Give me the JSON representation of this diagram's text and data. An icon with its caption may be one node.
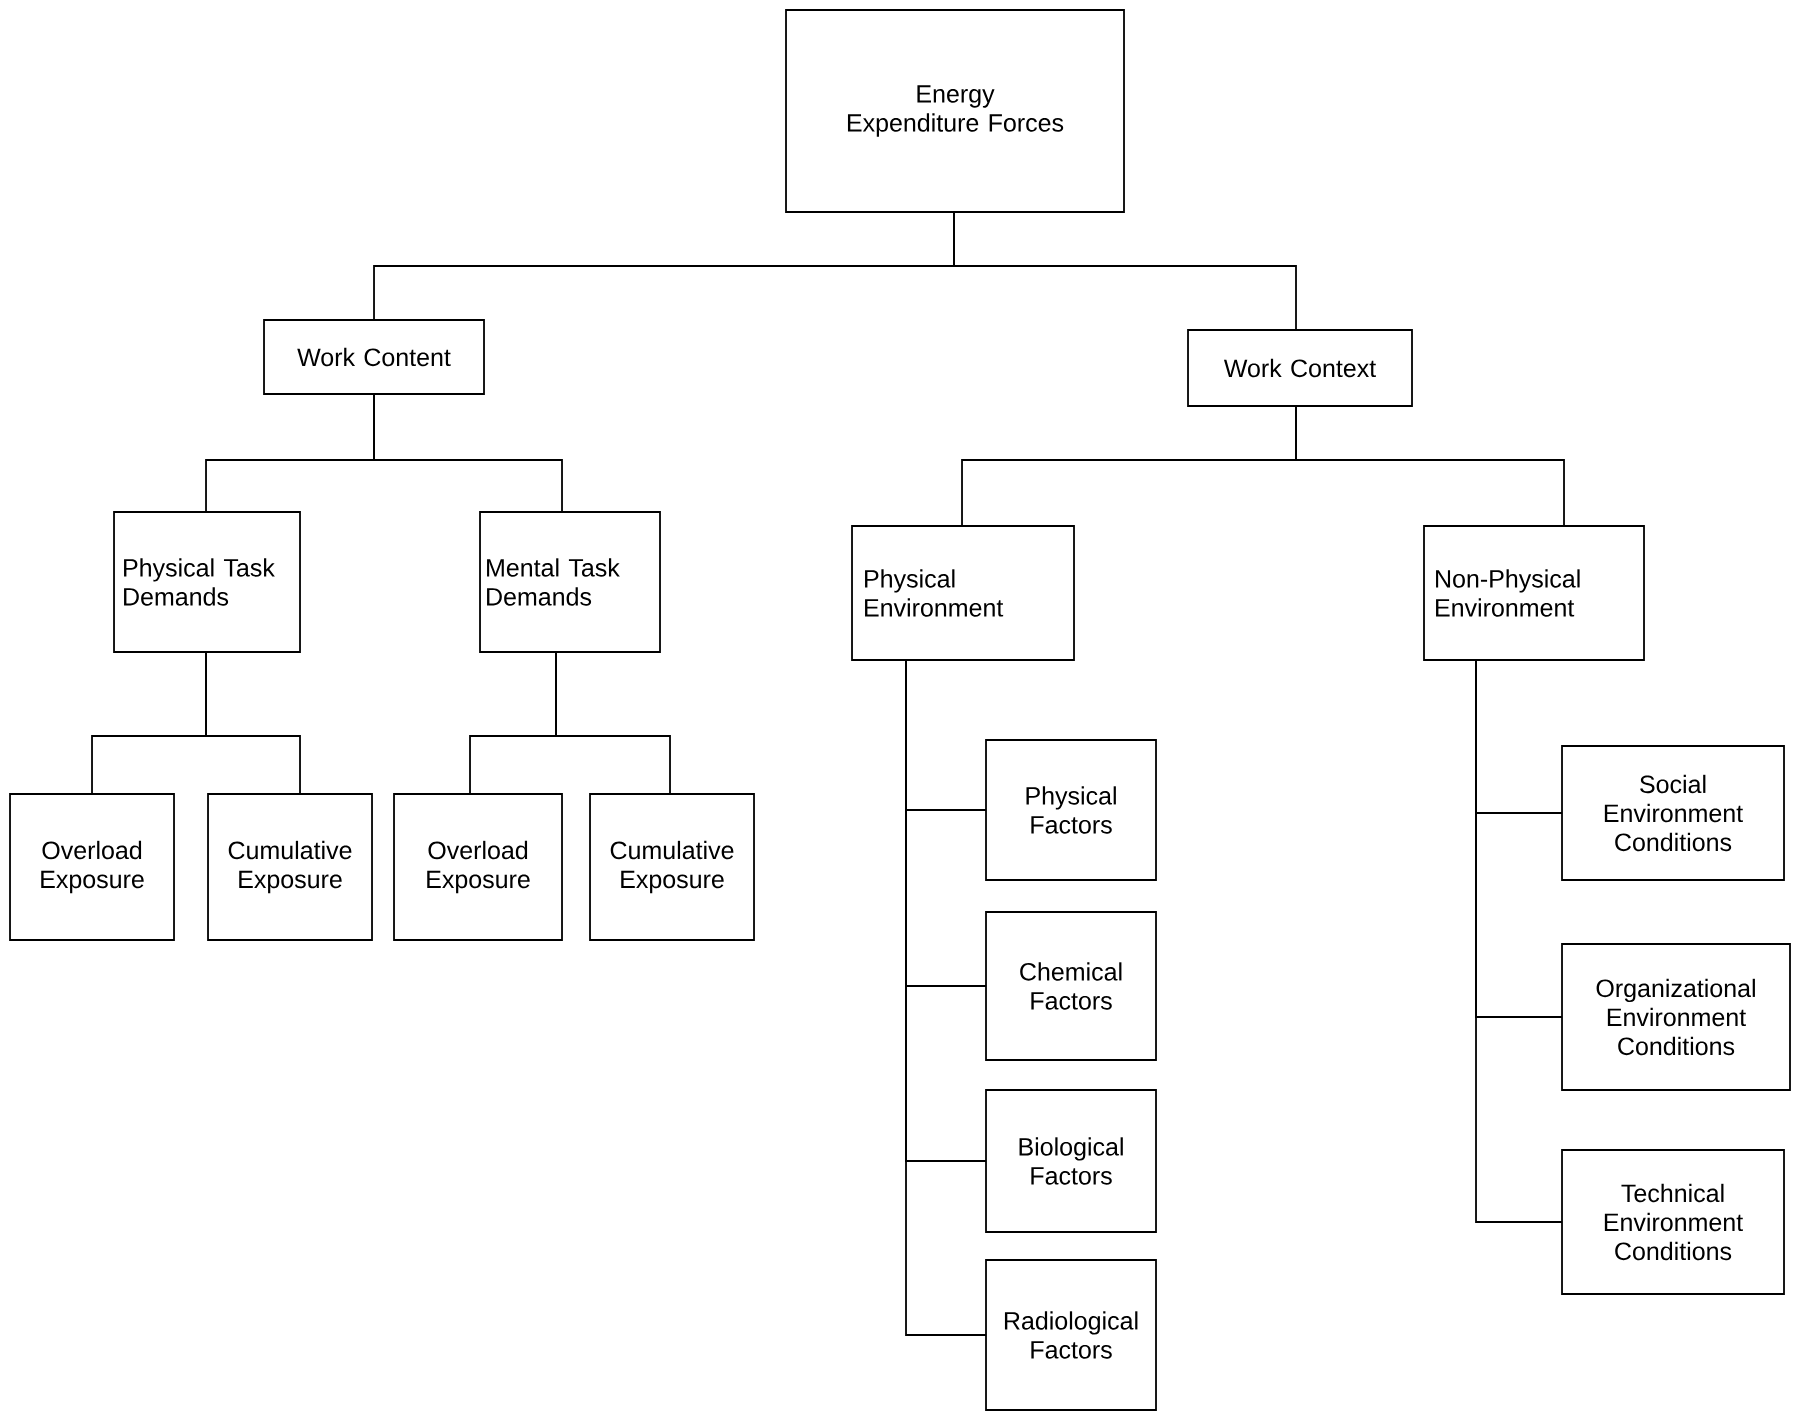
{
  "diagram": {
    "nodes": [
      {
        "text": [
          "Energy Expenditure Forces"
        ]
      },
      {
        "text": [
          "Work Content"
        ]
      },
      {
        "text": [
          "Work Context"
        ]
      },
      {
        "text": [
          "Physical Task Demands"
        ]
      },
      {
        "text": [
          "Mental Task Demands"
        ]
      },
      {
        "text": [
          "Overload Exposure"
        ]
      },
      {
        "text": [
          "Cumulative Exposure"
        ]
      },
      {
        "text": [
          "Overload Exposure"
        ]
      },
      {
        "text": [
          "Cumulative Exposure"
        ]
      },
      {
        "text": [
          "Physical Environment"
        ]
      },
      {
        "text": [
          "Non-Physical Environment"
        ]
      },
      {
        "text": [
          "Physical Factors"
        ]
      },
      {
        "text": [
          "Chemical Factors"
        ]
      },
      {
        "text": [
          "Biological Factors"
        ]
      },
      {
        "text": [
          "Radiological Factors"
        ]
      },
      {
        "text": [
          "Social Environment Conditions"
        ]
      },
      {
        "text": [
          "Organizational Environment Conditions"
        ]
      },
      {
        "text": [
          "Technical Environment Conditions"
        ]
      }
    ],
    "edges": [
      {
        "from": 0,
        "to": 1,
        "arrow": "none"
      },
      {
        "from": 0,
        "to": 2,
        "arrow": "none"
      },
      {
        "from": 1,
        "to": 3,
        "arrow": "none"
      },
      {
        "from": 1,
        "to": 4,
        "arrow": "none"
      },
      {
        "from": 3,
        "to": 5,
        "arrow": "none"
      },
      {
        "from": 3,
        "to": 6,
        "arrow": "none"
      },
      {
        "from": 4,
        "to": 7,
        "arrow": "none"
      },
      {
        "from": 4,
        "to": 8,
        "arrow": "none"
      },
      {
        "from": 2,
        "to": 9,
        "arrow": "none"
      },
      {
        "from": 2,
        "to": 10,
        "arrow": "none"
      },
      {
        "from": 9,
        "to": 11,
        "arrow": "none"
      },
      {
        "from": 9,
        "to": 12,
        "arrow": "none"
      },
      {
        "from": 9,
        "to": 13,
        "arrow": "none"
      },
      {
        "from": 9,
        "to": 14,
        "arrow": "none"
      },
      {
        "from": 10,
        "to": 15,
        "arrow": "none"
      },
      {
        "from": 10,
        "to": 16,
        "arrow": "none"
      },
      {
        "from": 10,
        "to": 17,
        "arrow": "none"
      }
    ]
  }
}
